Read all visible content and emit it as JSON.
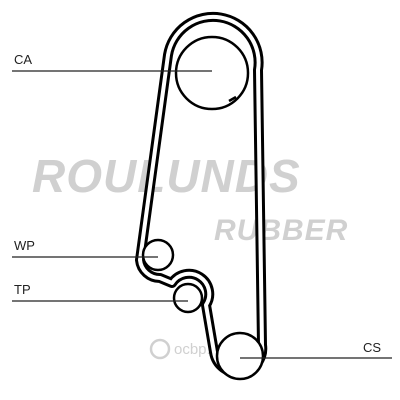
{
  "labels": {
    "ca": "CA",
    "wp": "WP",
    "tp": "TP",
    "cs": "CS"
  },
  "watermark": {
    "brand_line1": "ROULUNDS",
    "brand_line2": "RUBBER",
    "site": "ocbp.ru"
  },
  "colors": {
    "belt": "#000000",
    "lines": "#222222",
    "watermark": "#d0d0d0"
  }
}
